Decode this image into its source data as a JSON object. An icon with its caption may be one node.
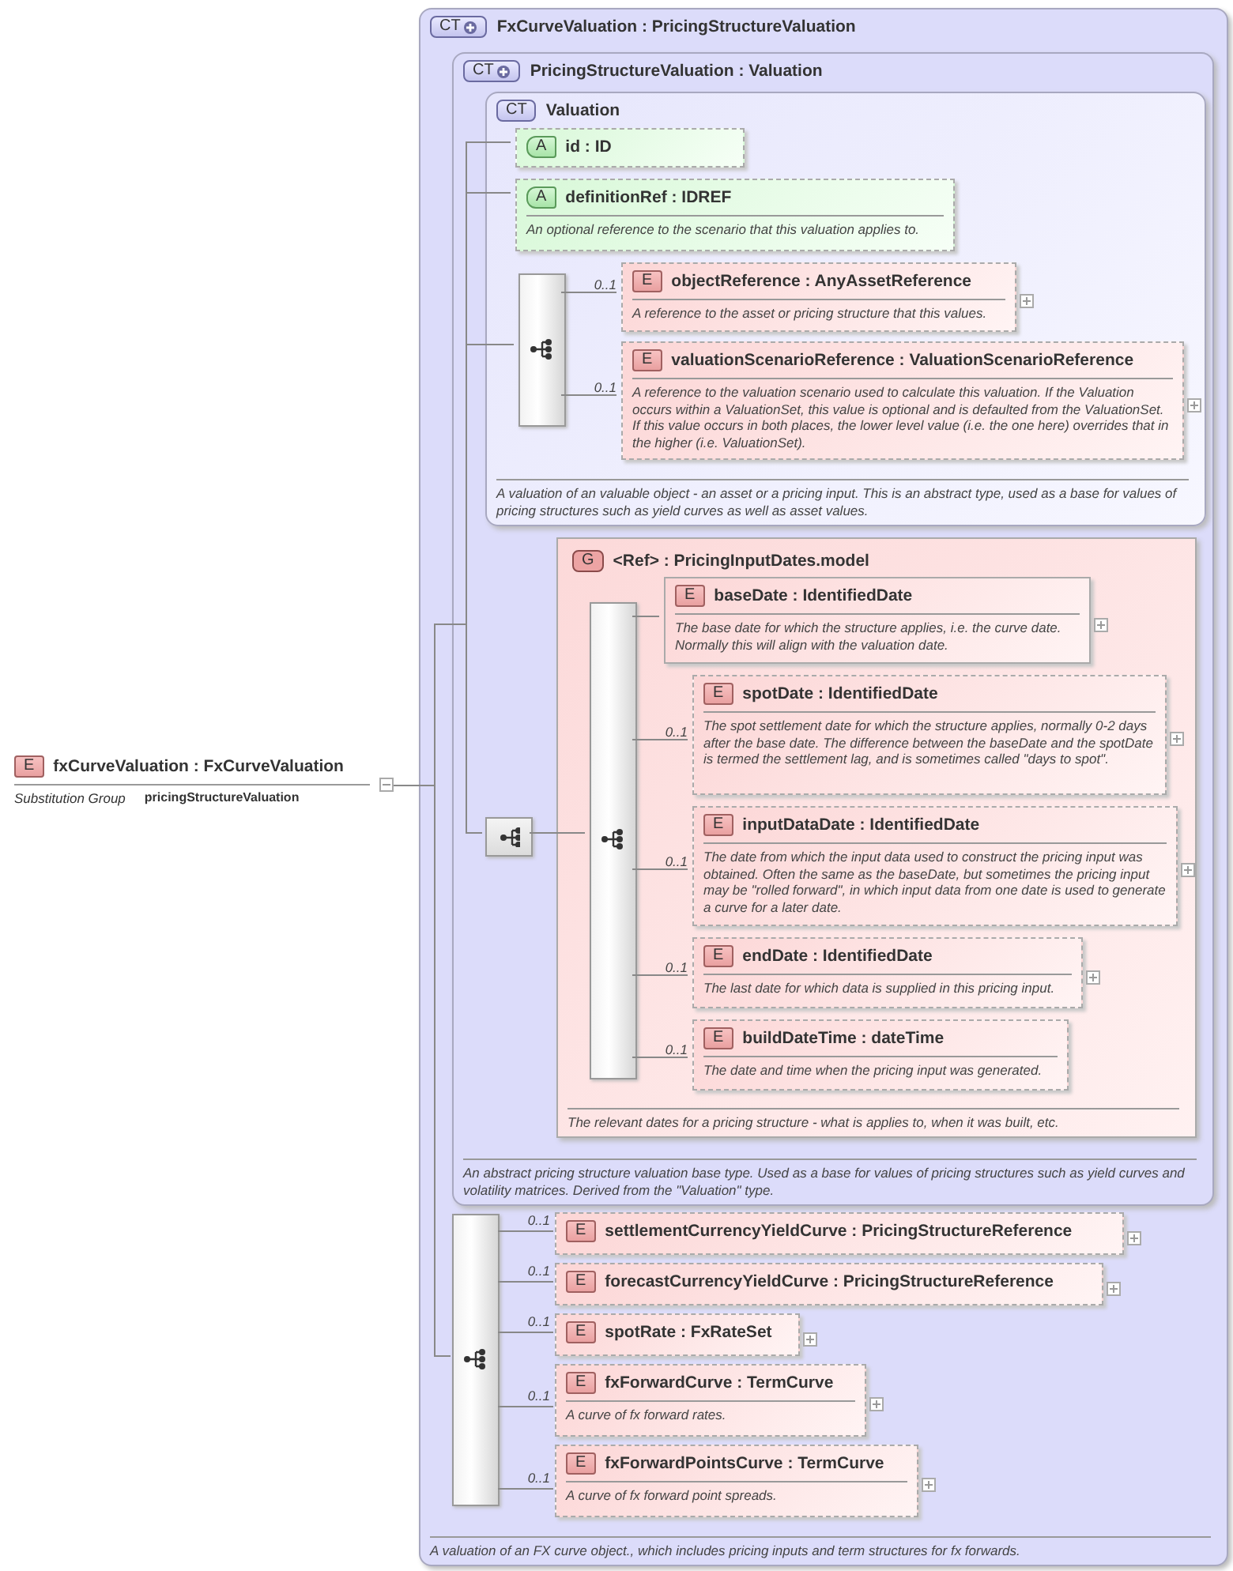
{
  "diagram": {
    "nodes": [
      {
        "text": [
          "E",
          "fxCurveValuation : FxCurveValuation",
          "Substitution Group",
          "pricingStructureValuation"
        ]
      },
      {
        "text": [
          "CT",
          "FxCurveValuation : PricingStructureValuation",
          "A valuation of an FX curve object., which includes pricing inputs and term structures for fx forwards."
        ]
      },
      {
        "text": [
          "CT",
          "PricingStructureValuation : Valuation",
          "An abstract pricing structure valuation base type. Used as a base for values of pricing structures such as yield curves and volatility matrices. Derived from the \"Valuation\" type."
        ],
        "in": 1
      },
      {
        "text": [
          "CT",
          "Valuation",
          "A valuation of an valuable object - an asset or a pricing input. This is an abstract type, used as a base for values of pricing structures such as yield curves as well as asset values."
        ],
        "in": 2
      },
      {
        "text": [
          "A",
          "id : ID"
        ],
        "in": 3
      },
      {
        "text": [
          "A",
          "definitionRef : IDREF",
          "An optional reference to the scenario that this valuation applies to."
        ],
        "in": 3
      },
      {
        "text": [],
        "shape": "bar",
        "in": 3
      },
      {
        "text": [
          "E",
          "objectReference : AnyAssetReference",
          "A reference to the asset or pricing structure that this values."
        ],
        "in": 3,
        "beside": [
          "0..1"
        ]
      },
      {
        "text": [
          "E",
          "valuationScenarioReference : ValuationScenarioReference",
          "A reference to the valuation scenario used to calculate this valuation. If the Valuation occurs within a ValuationSet, this value is optional and is defaulted from the ValuationSet. If this value occurs in both places, the lower level value (i.e. the one here) overrides that in the higher (i.e. ValuationSet)."
        ],
        "in": 3,
        "beside": [
          "0..1"
        ]
      },
      {
        "text": [],
        "shape": "box",
        "in": 2
      },
      {
        "text": [
          "G",
          "<Ref> : PricingInputDates.model",
          "The relevant dates for a pricing structure - what is applies to, when it was built, etc."
        ],
        "in": 2
      },
      {
        "text": [],
        "shape": "bar",
        "in": 10
      },
      {
        "text": [
          "E",
          "baseDate : IdentifiedDate",
          "The base date for which the structure applies, i.e. the curve date. Normally this will align with the valuation date."
        ],
        "in": 10
      },
      {
        "text": [
          "E",
          "spotDate : IdentifiedDate",
          "The spot settlement date for which the structure applies, normally 0-2 days after the base date. The difference between the baseDate and the spotDate is termed the settlement lag, and is sometimes called \"days to spot\"."
        ],
        "in": 10,
        "beside": [
          "0..1"
        ]
      },
      {
        "text": [
          "E",
          "inputDataDate : IdentifiedDate",
          "The date from which the input data used to construct the pricing input was obtained. Often the same as the baseDate, but sometimes the pricing input may be \"rolled forward\", in which input data from one date is used to generate a curve for a later date."
        ],
        "in": 10,
        "beside": [
          "0..1"
        ]
      },
      {
        "text": [
          "E",
          "endDate : IdentifiedDate",
          "The last date for which data is supplied in this pricing input."
        ],
        "in": 10,
        "beside": [
          "0..1"
        ]
      },
      {
        "text": [
          "E",
          "buildDateTime : dateTime",
          "The date and time when the pricing input was generated."
        ],
        "in": 10,
        "beside": [
          "0..1"
        ]
      },
      {
        "text": [],
        "shape": "bar",
        "in": 1
      },
      {
        "text": [
          "E",
          "settlementCurrencyYieldCurve : PricingStructureReference"
        ],
        "in": 1,
        "beside": [
          "0..1"
        ]
      },
      {
        "text": [
          "E",
          "forecastCurrencyYieldCurve : PricingStructureReference"
        ],
        "in": 1,
        "beside": [
          "0..1"
        ]
      },
      {
        "text": [
          "E",
          "spotRate : FxRateSet"
        ],
        "in": 1,
        "beside": [
          "0..1"
        ]
      },
      {
        "text": [
          "E",
          "fxForwardCurve : TermCurve",
          "A curve of fx forward rates."
        ],
        "in": 1,
        "beside": [
          "0..1"
        ]
      },
      {
        "text": [
          "E",
          "fxForwardPointsCurve : TermCurve",
          "A curve of fx forward point spreads."
        ],
        "in": 1,
        "beside": [
          "0..1"
        ]
      }
    ],
    "edges": [
      {
        "from": 0,
        "to": 4,
        "arrow": "none"
      },
      {
        "from": 0,
        "to": 5,
        "arrow": "none"
      },
      {
        "from": 0,
        "to": 6,
        "arrow": "none"
      },
      {
        "from": 0,
        "to": 9,
        "arrow": "none"
      },
      {
        "from": 0,
        "to": 17,
        "arrow": "none"
      },
      {
        "from": 6,
        "to": 7,
        "arrow": "none"
      },
      {
        "from": 6,
        "to": 8,
        "arrow": "none"
      },
      {
        "from": 9,
        "to": 11,
        "arrow": "none"
      },
      {
        "from": 11,
        "to": 12,
        "arrow": "none"
      },
      {
        "from": 11,
        "to": 13,
        "arrow": "none"
      },
      {
        "from": 11,
        "to": 14,
        "arrow": "none"
      },
      {
        "from": 11,
        "to": 15,
        "arrow": "none"
      },
      {
        "from": 11,
        "to": 16,
        "arrow": "none"
      },
      {
        "from": 17,
        "to": 18,
        "arrow": "none"
      },
      {
        "from": 17,
        "to": 19,
        "arrow": "none"
      },
      {
        "from": 17,
        "to": 20,
        "arrow": "none"
      },
      {
        "from": 17,
        "to": 21,
        "arrow": "none"
      },
      {
        "from": 17,
        "to": 22,
        "arrow": "none"
      }
    ]
  }
}
